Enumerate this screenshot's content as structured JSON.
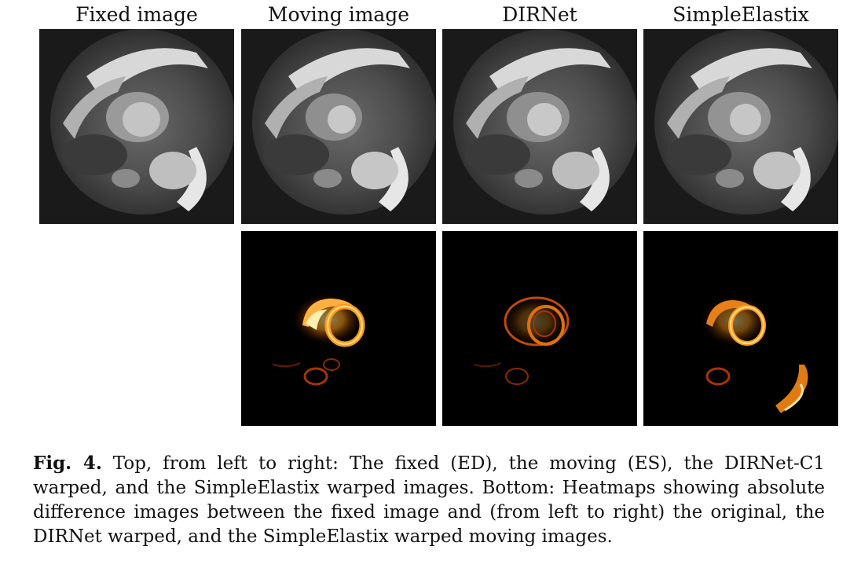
{
  "columns": {
    "fixed": "Fixed image",
    "moving": "Moving image",
    "dirnet": "DIRNet",
    "simpleelastix": "SimpleElastix"
  },
  "caption": {
    "label": "Fig. 4.",
    "text": " Top, from left to right: The fixed (ED), the moving (ES), the DIRNet-C1 warped, and the SimpleElastix warped images. Bottom: Heatmaps showing absolute difference images between the fixed image and (from left to right) the original, the DIRNet warped, and the SimpleElastix warped moving images."
  },
  "colors": {
    "mri_background": "#1a1a1a",
    "heatmap_background": "#000000",
    "heatmap_hot": "#ff8a1c"
  }
}
